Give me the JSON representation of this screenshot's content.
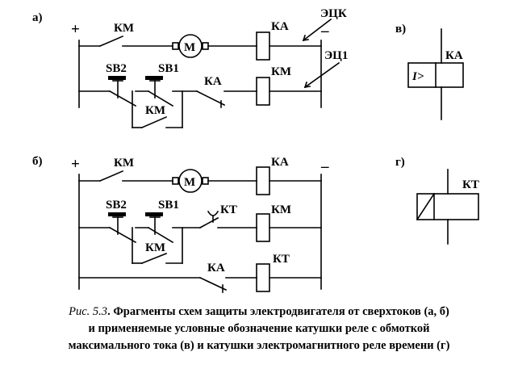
{
  "panels": {
    "a": {
      "label": "а)"
    },
    "b": {
      "label": "б)"
    },
    "v": {
      "label": "в)",
      "relay": "КА",
      "symbol": "I>"
    },
    "g": {
      "label": "г)",
      "relay": "КТ"
    }
  },
  "polarity": {
    "plus": "+",
    "minus": "–"
  },
  "labels": {
    "km": "КМ",
    "ka": "КА",
    "kt": "КТ",
    "sb1": "SB1",
    "sb2": "SB2",
    "ck": "ЭЦК",
    "c1": "ЭЦ1",
    "motor": "М"
  },
  "caption": {
    "fig": "Рис. 5.3",
    "line1": ". Фрагменты схем защиты  электродвигателя от сверхтоков (а, б)",
    "line2": "и применяемые условные обозначение катушки реле с обмоткой",
    "line3": "максимального тока (в) и катушки электромагнитного реле времени (г)"
  }
}
